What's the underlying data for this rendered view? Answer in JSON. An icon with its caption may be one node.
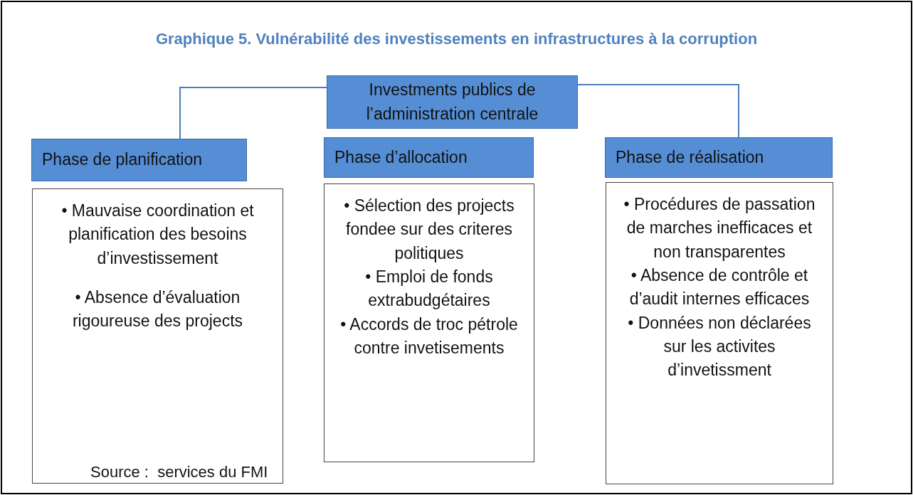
{
  "diagram": {
    "title": "Graphique 5. Vulnérabilité des investissements en infrastructures à la corruption",
    "nodes": [
      {
        "text": [
          "Investments publics de l’administration centrale"
        ]
      },
      {
        "text": [
          "Phase de planification"
        ]
      },
      {
        "text": [
          "Phase d’allocation"
        ]
      },
      {
        "text": [
          "Phase de réalisation"
        ]
      },
      {
        "text": [
          "• Mauvaise coordination et planification des besoins d’investissement",
          "• Absence d’évaluation rigoureuse des projects"
        ]
      },
      {
        "text": [
          "• Sélection des projects fondee sur des criteres politiques",
          "• Emploi de fonds extrabudgétaires",
          "• Accords de troc pétrole contre invetisements"
        ]
      },
      {
        "text": [
          "• Procédures de passation de marches inefficaces et non transparentes",
          "• Absence de contrôle et d’audit internes efficaces",
          "• Données non déclarées sur les activites d’invetissment"
        ]
      }
    ],
    "edges": [
      {
        "from": 0,
        "to": 1,
        "arrow": "none"
      },
      {
        "from": 0,
        "to": 3,
        "arrow": "none"
      }
    ],
    "labels": [
      "Source :  services du FMI"
    ]
  }
}
